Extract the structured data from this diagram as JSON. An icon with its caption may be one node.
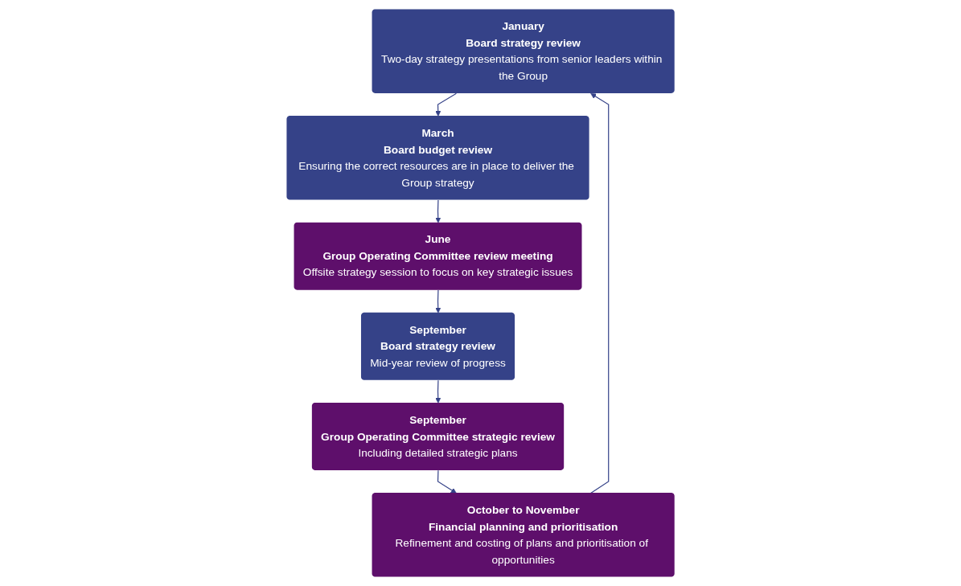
{
  "diagram": {
    "nodes": [
      {
        "text": [
          "January",
          "Board strategy review",
          "Two-day strategy presentations from senior leaders within the Group"
        ]
      },
      {
        "text": [
          "March",
          "Board budget review",
          "Ensuring the correct resources are in place to deliver the Group strategy"
        ]
      },
      {
        "text": [
          "June",
          "Group Operating Committee review meeting",
          "Offsite strategy session to focus on key strategic issues"
        ]
      },
      {
        "text": [
          "September",
          "Board strategy review",
          "Mid-year review of progress"
        ]
      },
      {
        "text": [
          "September",
          "Group Operating Committee strategic review",
          "Including detailed strategic plans"
        ]
      },
      {
        "text": [
          "October to November",
          "Financial planning and prioritisation",
          "Refinement and costing of plans and prioritisation of opportunities"
        ]
      }
    ],
    "edges": [
      {
        "from": 0,
        "to": 1,
        "arrow": "to"
      },
      {
        "from": 1,
        "to": 2,
        "arrow": "to"
      },
      {
        "from": 2,
        "to": 3,
        "arrow": "to"
      },
      {
        "from": 3,
        "to": 4,
        "arrow": "to"
      },
      {
        "from": 4,
        "to": 5,
        "arrow": "to"
      },
      {
        "from": 5,
        "to": 0,
        "arrow": "to"
      }
    ]
  }
}
